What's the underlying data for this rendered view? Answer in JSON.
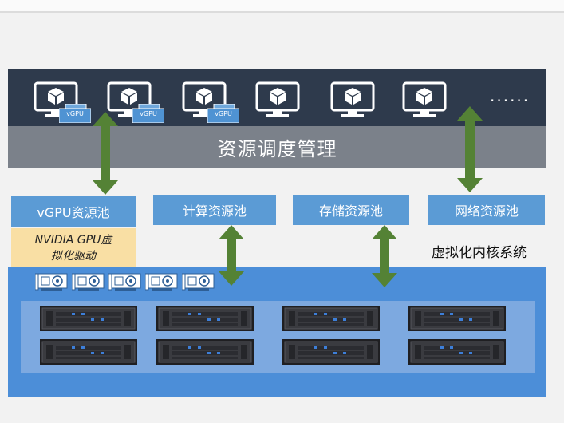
{
  "top_panel": {
    "vms": [
      {
        "has_vgpu": true,
        "vgpu_label": "vGPU"
      },
      {
        "has_vgpu": true,
        "vgpu_label": "vGPU"
      },
      {
        "has_vgpu": true,
        "vgpu_label": "vGPU"
      },
      {
        "has_vgpu": false
      },
      {
        "has_vgpu": false
      },
      {
        "has_vgpu": false
      }
    ],
    "more": "......",
    "scheduler_label": "资源调度管理"
  },
  "pools": {
    "vgpu": "vGPU资源池",
    "compute": "计算资源池",
    "storage": "存储资源池",
    "network": "网络资源池"
  },
  "driver_label_line1": "NVIDIA GPU虚",
  "driver_label_line2": "拟化驱动",
  "kernel_label": "虚拟化内核系统",
  "colors": {
    "top_panel": "#2e3a4c",
    "scheduler_bar": "#7b818a",
    "pool_box": "#5b9bd5",
    "driver_box": "#f9dfa4",
    "kernel_panel": "#4c8ed8",
    "arrow": "#548235"
  },
  "icons": [
    "monitor-cube-icon",
    "vgpu-card-icon",
    "gpu-card-icon",
    "server-rack-icon",
    "double-arrow-icon"
  ]
}
